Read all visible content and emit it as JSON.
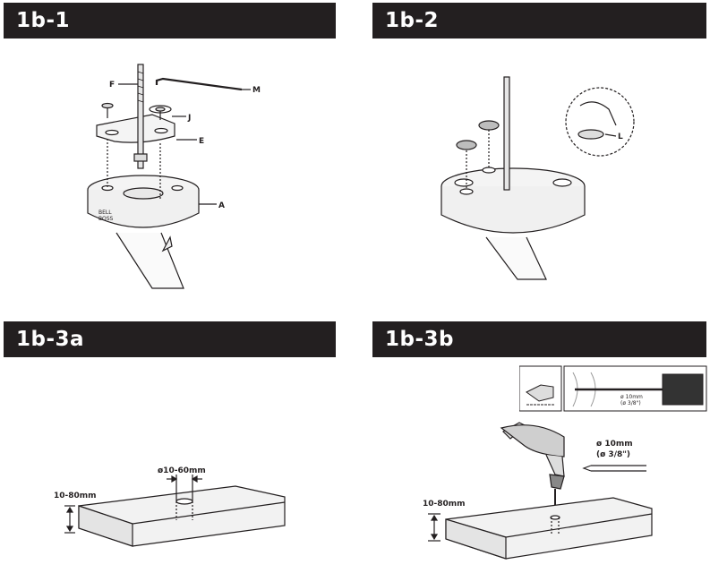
{
  "steps": [
    {
      "title": "1b-1"
    },
    {
      "title": "1b-2"
    },
    {
      "title": "1b-3a"
    },
    {
      "title": "1b-3b"
    }
  ],
  "step1": {
    "labels": {
      "f": "F",
      "m": "M",
      "j": "J",
      "e": "E",
      "a": "A"
    },
    "base_text_1": "BELL",
    "base_text_2": "BOSS"
  },
  "step2": {
    "labels": {
      "l": "L"
    }
  },
  "step3a": {
    "thickness_label": "10-80mm",
    "hole_label": "ø10-60mm"
  },
  "step3b": {
    "thickness_label": "10-80mm",
    "drill_label_metric": "ø 10mm",
    "drill_label_imperial": "(ø 3/8\")",
    "inset_label_metric": "ø 10mm",
    "inset_label_imperial": "(ø 3/8\")"
  },
  "colors": {
    "header_bg": "#231f20",
    "header_text": "#ffffff",
    "line": "#231f20",
    "fill_light": "#f2f2f2",
    "fill_mid": "#dcdcdc"
  }
}
